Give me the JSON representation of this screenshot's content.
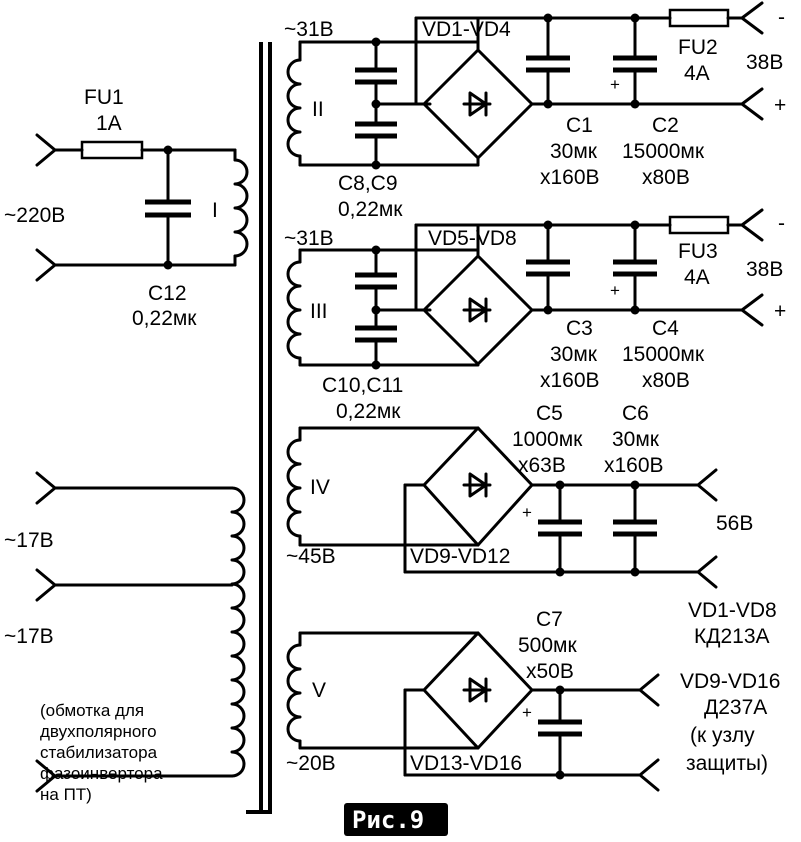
{
  "labels": {
    "mains_voltage": "~220В",
    "fu1_name": "FU1",
    "fu1_rating": "1А",
    "c12_name": "C12",
    "c12_value": "0,22мк",
    "w1": "I",
    "w2": "II",
    "w3": "III",
    "w4": "IV",
    "w5": "V",
    "w2_voltage": "~31В",
    "w3_voltage": "~31В",
    "w4_voltage": "~45В",
    "w5_voltage": "~20В",
    "vd1_4": "VD1-VD4",
    "vd5_8": "VD5-VD8",
    "vd9_12": "VD9-VD12",
    "vd13_16": "VD13-VD16",
    "c8c9_name": "C8,C9",
    "c8c9_value": "0,22мк",
    "c10c11_name": "C10,C11",
    "c10c11_value": "0,22мк",
    "c1_name": "C1",
    "c1_cap": "30мк",
    "c1_volt": "x160В",
    "c2_name": "C2",
    "c2_cap": "15000мк",
    "c2_volt": "x80В",
    "c3_name": "C3",
    "c3_cap": "30мк",
    "c3_volt": "x160В",
    "c4_name": "C4",
    "c4_cap": "15000мк",
    "c4_volt": "x80В",
    "c5_name": "C5",
    "c5_cap": "1000мк",
    "c5_volt": "x63В",
    "c6_name": "C6",
    "c6_cap": "30мк",
    "c6_volt": "x160В",
    "c7_name": "C7",
    "c7_cap": "500мк",
    "c7_volt": "x50В",
    "fu2_name": "FU2",
    "fu2_rating": "4А",
    "fu3_name": "FU3",
    "fu3_rating": "4А",
    "out1_voltage": "38В",
    "out2_voltage": "38В",
    "out3_voltage": "56В",
    "minus": "-",
    "plus": "+",
    "aux1_voltage": "~17В",
    "aux2_voltage": "~17В",
    "note_line1": "(обмотка для",
    "note_line2": "двухполярного",
    "note_line3": "стабилизатора",
    "note_line4": "фазоинвертора",
    "note_line5": "на ПТ)",
    "diodes1_ref": "VD1-VD8",
    "diodes1_type": "КД213А",
    "diodes2_ref": "VD9-VD16",
    "diodes2_type": "Д237А",
    "prot_line1": "(к узлу",
    "prot_line2": "защиты)",
    "figure_caption": "Рис.9"
  }
}
